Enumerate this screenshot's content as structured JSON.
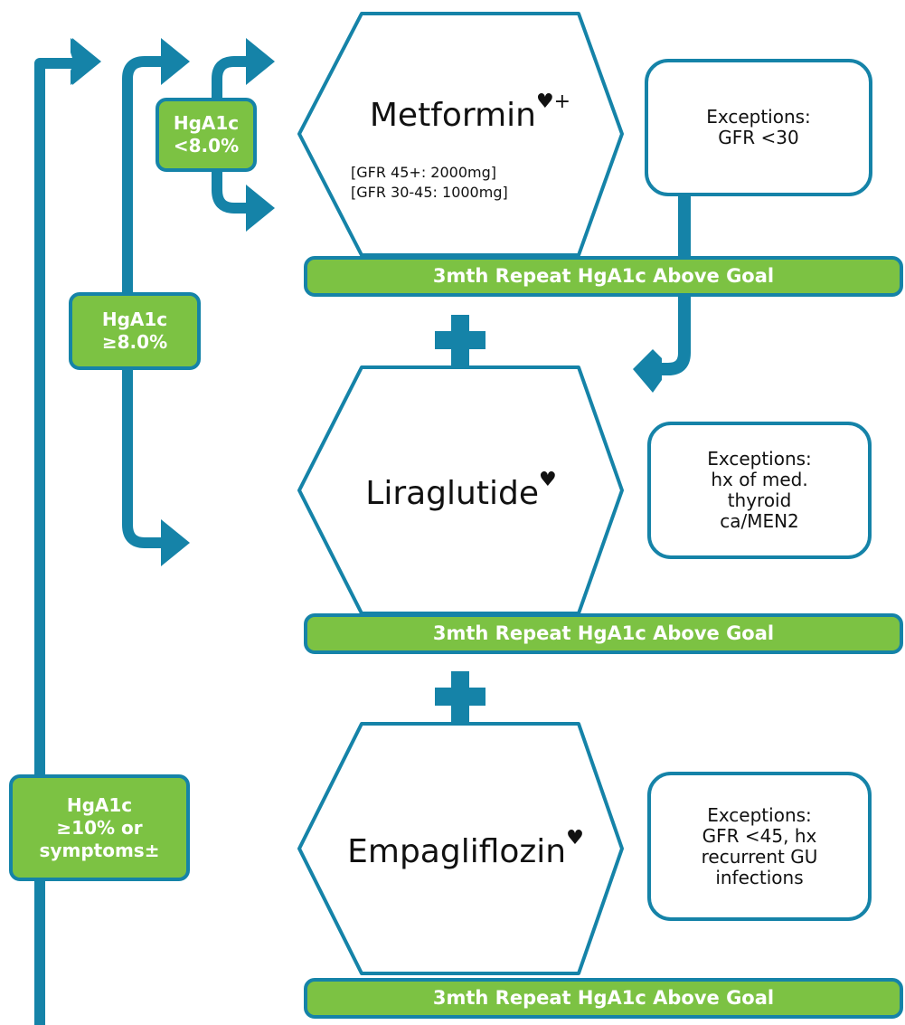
{
  "colors": {
    "teal": "#1583a8",
    "green": "#7cc243",
    "text": "#111111",
    "white": "#ffffff"
  },
  "drugs": {
    "metformin": {
      "name": "Metformin",
      "marks": "♥+",
      "dose_lines": [
        "[GFR 45+: 2000mg]",
        "[GFR 30-45: 1000mg]"
      ],
      "exceptions": "Exceptions:\nGFR <30"
    },
    "liraglutide": {
      "name": "Liraglutide",
      "marks": "♥",
      "exceptions": "Exceptions:\nhx of med.\nthyroid\nca/MEN2"
    },
    "empagliflozin": {
      "name": "Empagliflozin",
      "marks": "♥",
      "exceptions": "Exceptions:\nGFR <45, hx\nrecurrent GU\ninfections"
    }
  },
  "banners": {
    "first": "3mth Repeat HgA1c Above Goal",
    "second": "3mth Repeat HgA1c Above Goal",
    "third": "3mth Repeat HgA1c Above Goal"
  },
  "tags": {
    "lt8": "HgA1c\n<8.0%",
    "ge8": "HgA1c\n≥8.0%",
    "ge10": "HgA1c\n≥10% or\nsymptoms±"
  },
  "icons": {
    "plus": "plus-icon",
    "arrow": "arrow-icon"
  }
}
